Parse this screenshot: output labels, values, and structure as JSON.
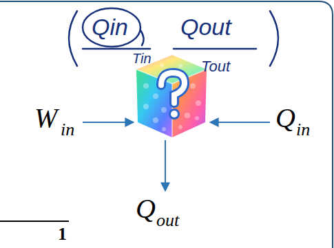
{
  "diagram": {
    "labels": [
      "Qin",
      "Qout",
      "Tin",
      "Tout",
      "W",
      "in",
      "Q",
      "in",
      "Q",
      "out",
      "1"
    ]
  }
}
